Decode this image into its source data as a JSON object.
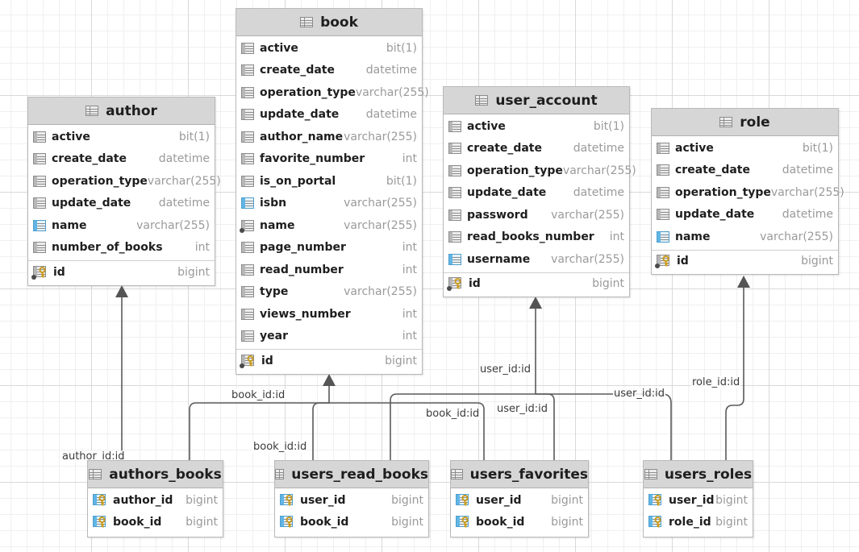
{
  "colors": {
    "header_bg": "#d6d6d6",
    "line": "#5a5a5a",
    "type_text": "#9a9a9a"
  },
  "tables": {
    "author": {
      "name": "author",
      "columns": [
        {
          "name": "active",
          "type": "bit(1)",
          "icon": "column-icon"
        },
        {
          "name": "create_date",
          "type": "datetime",
          "icon": "column-icon"
        },
        {
          "name": "operation_type",
          "type": "varchar(255)",
          "icon": "column-icon"
        },
        {
          "name": "update_date",
          "type": "datetime",
          "icon": "column-icon"
        },
        {
          "name": "name",
          "type": "varchar(255)",
          "icon": "indexed-column-icon"
        },
        {
          "name": "number_of_books",
          "type": "int",
          "icon": "column-icon"
        }
      ],
      "keys": [
        {
          "name": "id",
          "type": "bigint",
          "icon": "primary-key-icon"
        }
      ]
    },
    "book": {
      "name": "book",
      "columns": [
        {
          "name": "active",
          "type": "bit(1)",
          "icon": "column-icon"
        },
        {
          "name": "create_date",
          "type": "datetime",
          "icon": "column-icon"
        },
        {
          "name": "operation_type",
          "type": "varchar(255)",
          "icon": "column-icon"
        },
        {
          "name": "update_date",
          "type": "datetime",
          "icon": "column-icon"
        },
        {
          "name": "author_name",
          "type": "varchar(255)",
          "icon": "column-icon"
        },
        {
          "name": "favorite_number",
          "type": "int",
          "icon": "column-icon"
        },
        {
          "name": "is_on_portal",
          "type": "bit(1)",
          "icon": "column-icon"
        },
        {
          "name": "isbn",
          "type": "varchar(255)",
          "icon": "indexed-column-icon"
        },
        {
          "name": "name",
          "type": "varchar(255)",
          "icon": "not-null-column-icon"
        },
        {
          "name": "page_number",
          "type": "int",
          "icon": "column-icon"
        },
        {
          "name": "read_number",
          "type": "int",
          "icon": "column-icon"
        },
        {
          "name": "type",
          "type": "varchar(255)",
          "icon": "column-icon"
        },
        {
          "name": "views_number",
          "type": "int",
          "icon": "column-icon"
        },
        {
          "name": "year",
          "type": "int",
          "icon": "column-icon"
        }
      ],
      "keys": [
        {
          "name": "id",
          "type": "bigint",
          "icon": "primary-key-icon"
        }
      ]
    },
    "user_account": {
      "name": "user_account",
      "columns": [
        {
          "name": "active",
          "type": "bit(1)",
          "icon": "column-icon"
        },
        {
          "name": "create_date",
          "type": "datetime",
          "icon": "column-icon"
        },
        {
          "name": "operation_type",
          "type": "varchar(255)",
          "icon": "column-icon"
        },
        {
          "name": "update_date",
          "type": "datetime",
          "icon": "column-icon"
        },
        {
          "name": "password",
          "type": "varchar(255)",
          "icon": "column-icon"
        },
        {
          "name": "read_books_number",
          "type": "int",
          "icon": "column-icon"
        },
        {
          "name": "username",
          "type": "varchar(255)",
          "icon": "indexed-column-icon"
        }
      ],
      "keys": [
        {
          "name": "id",
          "type": "bigint",
          "icon": "primary-key-icon"
        }
      ]
    },
    "role": {
      "name": "role",
      "columns": [
        {
          "name": "active",
          "type": "bit(1)",
          "icon": "column-icon"
        },
        {
          "name": "create_date",
          "type": "datetime",
          "icon": "column-icon"
        },
        {
          "name": "operation_type",
          "type": "varchar(255)",
          "icon": "column-icon"
        },
        {
          "name": "update_date",
          "type": "datetime",
          "icon": "column-icon"
        },
        {
          "name": "name",
          "type": "varchar(255)",
          "icon": "indexed-column-icon"
        }
      ],
      "keys": [
        {
          "name": "id",
          "type": "bigint",
          "icon": "primary-key-icon"
        }
      ]
    },
    "authors_books": {
      "name": "authors_books",
      "columns": [],
      "keys": [
        {
          "name": "author_id",
          "type": "bigint",
          "icon": "key-icon"
        },
        {
          "name": "book_id",
          "type": "bigint",
          "icon": "key-icon"
        }
      ]
    },
    "users_read_books": {
      "name": "users_read_books",
      "columns": [],
      "keys": [
        {
          "name": "user_id",
          "type": "bigint",
          "icon": "key-icon"
        },
        {
          "name": "book_id",
          "type": "bigint",
          "icon": "key-icon"
        }
      ]
    },
    "users_favorites": {
      "name": "users_favorites",
      "columns": [],
      "keys": [
        {
          "name": "user_id",
          "type": "bigint",
          "icon": "key-icon"
        },
        {
          "name": "book_id",
          "type": "bigint",
          "icon": "key-icon"
        }
      ]
    },
    "users_roles": {
      "name": "users_roles",
      "columns": [],
      "keys": [
        {
          "name": "user_id",
          "type": "bigint",
          "icon": "key-icon"
        },
        {
          "name": "role_id",
          "type": "bigint",
          "icon": "key-icon"
        }
      ]
    }
  },
  "relations": {
    "authors_books_author": {
      "label": "author_id:id",
      "from": "authors_books",
      "to": "author"
    },
    "authors_books_book": {
      "label": "book_id:id",
      "from": "authors_books",
      "to": "book"
    },
    "users_read_books_book": {
      "label": "book_id:id",
      "from": "users_read_books",
      "to": "book"
    },
    "users_favorites_book": {
      "label": "book_id:id",
      "from": "users_favorites",
      "to": "book"
    },
    "users_read_books_user": {
      "label": "user_id:id",
      "from": "users_read_books",
      "to": "user_account"
    },
    "users_favorites_user": {
      "label": "user_id:id",
      "from": "users_favorites",
      "to": "user_account"
    },
    "users_roles_user": {
      "label": "user_id:id",
      "from": "users_roles",
      "to": "user_account"
    },
    "users_roles_role": {
      "label": "role_id:id",
      "from": "users_roles",
      "to": "role"
    }
  }
}
